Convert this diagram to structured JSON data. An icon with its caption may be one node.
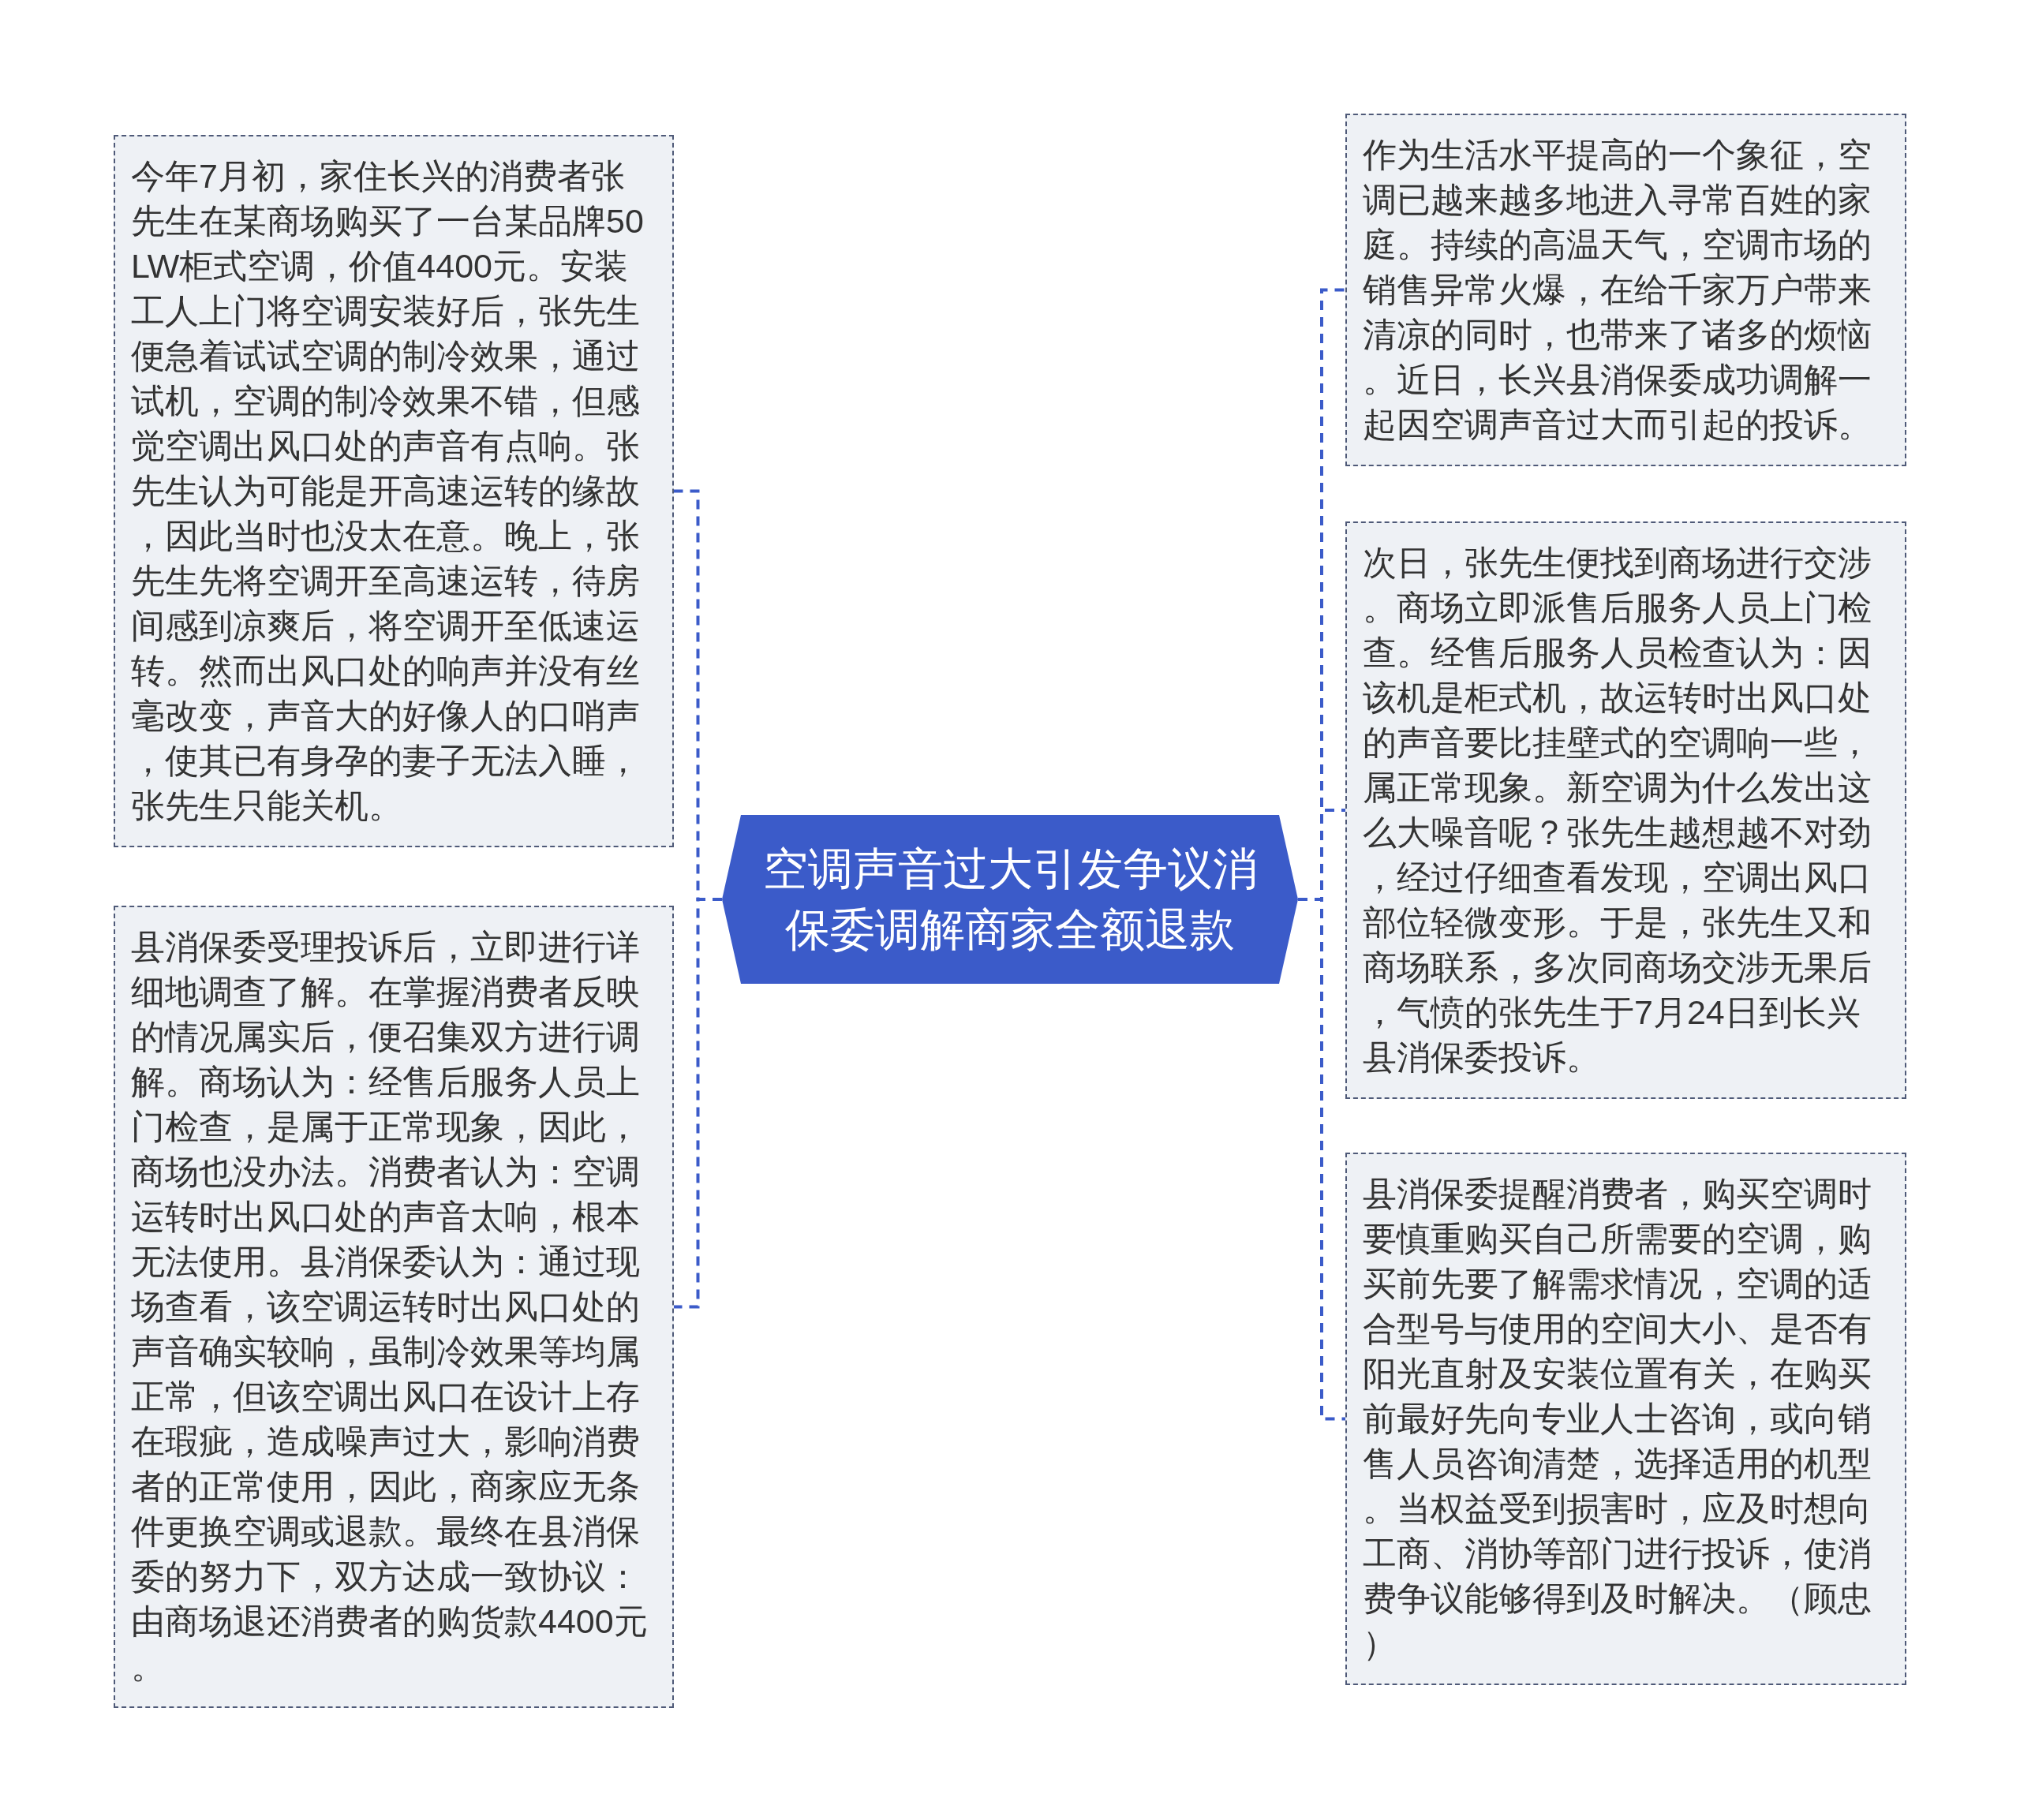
{
  "diagram": {
    "nodes": [
      {
        "text": [
          "空调声音过大引发争议消保委调解商家全额退款"
        ]
      },
      {
        "text": [
          "今年7月初，家住长兴的消费者张先生在某商场购买了一台某品牌50LW柜式空调，价值4400元。安装工人上门将空调安装好后，张先生便急着试试空调的制冷效果，通过试机，空调的制冷效果不错，但感觉空调出风口处的声音有点响。张先生认为可能是开高速运转的缘故，因此当时也没太在意。晚上，张先生先将空调开至高速运转，待房间感到凉爽后，将空调开至低速运转。然而出风口处的响声并没有丝毫改变，声音大的好像人的口哨声，使其已有身孕的妻子无法入睡，张先生只能关机。"
        ]
      },
      {
        "text": [
          "县消保委受理投诉后，立即进行详细地调查了解。在掌握消费者反映的情况属实后，便召集双方进行调解。商场认为：经售后服务人员上门检查，是属于正常现象，因此，商场也没办法。消费者认为：空调运转时出风口处的声音太响，根本无法使用。县消保委认为：通过现场查看，该空调运转时出风口处的声音确实较响，虽制冷效果等均属正常，但该空调出风口在设计上存在瑕疵，造成噪声过大，影响消费者的正常使用，因此，商家应无条件更换空调或退款。最终在县消保委的努力下，双方达成一致协议：由商场退还消费者的购货款4400元。"
        ]
      },
      {
        "text": [
          "作为生活水平提高的一个象征，空调已越来越多地进入寻常百姓的家庭。持续的高温天气，空调市场的销售异常火爆，在给千家万户带来清凉的同时，也带来了诸多的烦恼。近日，长兴县消保委成功调解一起因空调声音过大而引起的投诉。"
        ]
      },
      {
        "text": [
          "次日，张先生便找到商场进行交涉。商场立即派售后服务人员上门检查。经售后服务人员检查认为：因该机是柜式机，故运转时出风口处的声音要比挂壁式的空调响一些，属正常现象。新空调为什么发出这么大噪音呢？张先生越想越不对劲，经过仔细查看发现，空调出风口部位轻微变形。于是，张先生又和商场联系，多次同商场交涉无果后，气愤的张先生于7月24日到长兴县消保委投诉。"
        ]
      },
      {
        "text": [
          "县消保委提醒消费者，购买空调时要慎重购买自己所需要的空调，购买前先要了解需求情况，空调的适合型号与使用的空间大小、是否有阳光直射及安装位置有关，在购买前最好先向专业人士咨询，或向销售人员咨询清楚，选择适用的机型。当权益受到损害时，应及时想向工商、消协等部门进行投诉，使消费争议能够得到及时解决。（顾忠）"
        ]
      }
    ],
    "edges": [
      {
        "from": 0,
        "to": 1,
        "arrow": "none",
        "style": "dashed"
      },
      {
        "from": 0,
        "to": 2,
        "arrow": "none",
        "style": "dashed"
      },
      {
        "from": 0,
        "to": 3,
        "arrow": "none",
        "style": "dashed"
      },
      {
        "from": 0,
        "to": 4,
        "arrow": "none",
        "style": "dashed"
      },
      {
        "from": 0,
        "to": 5,
        "arrow": "none",
        "style": "dashed"
      }
    ]
  }
}
